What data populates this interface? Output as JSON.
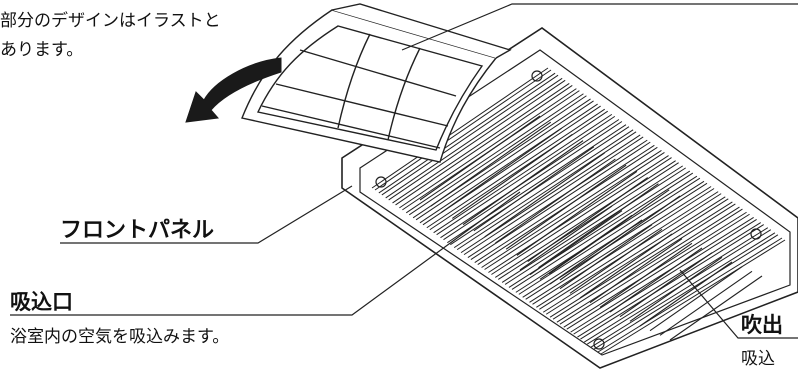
{
  "caption": {
    "note_line1": "部分のデザインはイラストと",
    "note_line2": "あります。"
  },
  "labels": {
    "front_panel": "フロントパネル",
    "intake": "吸込口",
    "intake_desc": "浴室内の空気を吸込みます。",
    "outlet": "吹出",
    "outlet_desc": "吸込"
  },
  "colors": {
    "line": "#222222",
    "arrow": "#1a1a1a",
    "background": "#ffffff"
  }
}
